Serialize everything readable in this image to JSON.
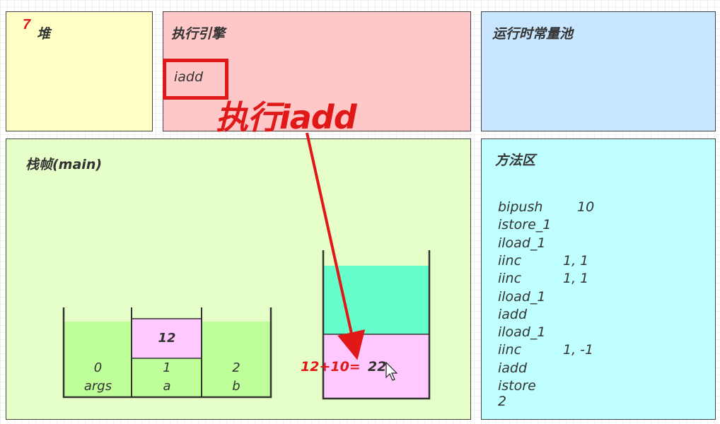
{
  "heap": {
    "title": "堆",
    "step": "7"
  },
  "engine": {
    "title": "执行引擎",
    "instruction": "iadd",
    "action_label": "执行iadd"
  },
  "pool": {
    "title": "运行时常量池"
  },
  "frame": {
    "title": "栈帧(main)",
    "locals": [
      {
        "index": "0",
        "name": "args",
        "value": ""
      },
      {
        "index": "1",
        "name": "a",
        "value": "12"
      },
      {
        "index": "2",
        "name": "b",
        "value": ""
      }
    ],
    "operand_stack": {
      "top": "",
      "bottom": "22"
    },
    "expression": "12+10="
  },
  "method": {
    "title": "方法区",
    "code": [
      {
        "op": "bipush",
        "arg": "10"
      },
      {
        "op": "istore_1",
        "arg": ""
      },
      {
        "op": "iload_1",
        "arg": ""
      },
      {
        "op": "iinc",
        "arg": "1, 1"
      },
      {
        "op": "iinc",
        "arg": "1, 1"
      },
      {
        "op": "iload_1",
        "arg": ""
      },
      {
        "op": "iadd",
        "arg": ""
      },
      {
        "op": "iload_1",
        "arg": ""
      },
      {
        "op": "iinc",
        "arg": "1, -1"
      },
      {
        "op": "iadd",
        "arg": ""
      },
      {
        "op": "istore 2",
        "arg": ""
      }
    ]
  },
  "colors": {
    "heap_bg": "#ffffc6",
    "engine_bg": "#ffc8c8",
    "pool_bg": "#c8e6ff",
    "frame_bg": "#e6ffc8",
    "method_bg": "#bfffff",
    "accent": "#e01818",
    "local_fill": "#bfff99",
    "slot_value_fill": "#ffc8ff",
    "stack_top_fill": "#66ffcc"
  }
}
